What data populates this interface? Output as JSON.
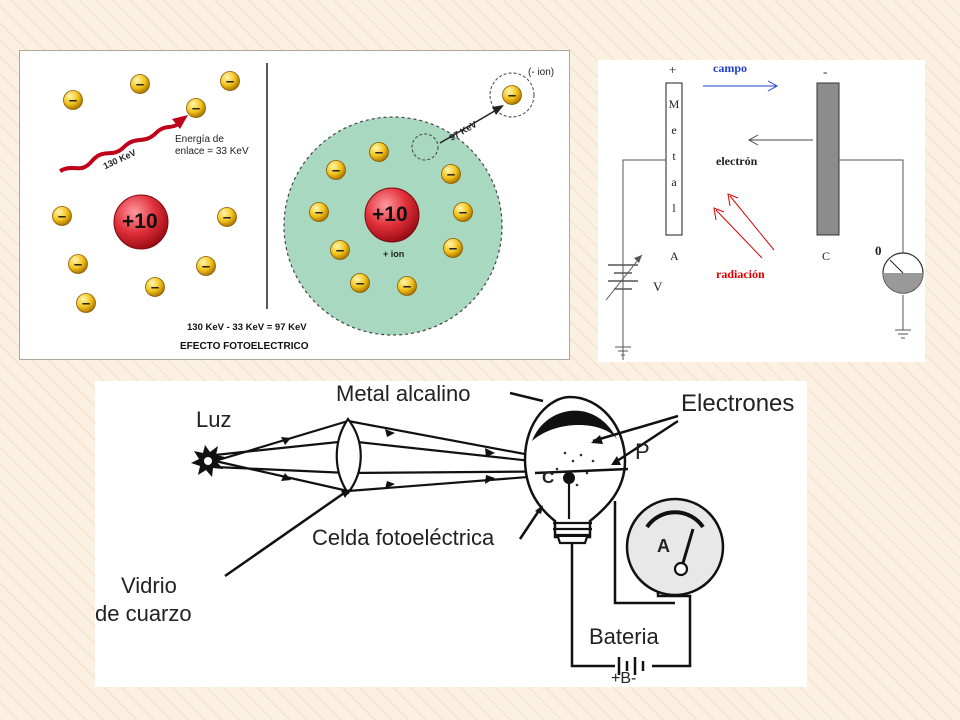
{
  "panel_atoms": {
    "energy_label_line1": "Energía de",
    "energy_label_line2": "enlace = 33 KeV",
    "incoming_energy": "130 KeV",
    "outgoing_energy": "97 KeV",
    "ion_neg": "(- ion)",
    "ion_pos": "+ ion",
    "nucleus_charge": "+10",
    "electron_sign": "–",
    "equation": "130 KeV - 33 KeV = 97 KeV",
    "caption": "EFECTO FOTOELECTRICO"
  },
  "panel_circuit": {
    "plus": "+",
    "minus": "-",
    "field": "campo",
    "metal_letters": [
      "M",
      "e",
      "t",
      "a",
      "l"
    ],
    "electron": "electrón",
    "anode": "A",
    "cathode": "C",
    "radiation": "radiación",
    "voltage": "V",
    "meter_zero": "0",
    "colors": {
      "field": "#1f3fd0",
      "radiation": "#e00000"
    }
  },
  "panel_cell": {
    "metal": "Metal alcalino",
    "electrons": "Electrones",
    "light": "Luz",
    "p_label": "P",
    "c_label": "C",
    "cell": "Celda fotoeléctrica",
    "glass_line1": "Vidrio",
    "glass_line2": "de cuarzo",
    "battery": "Bateria",
    "battery_symbol": "+B-",
    "meter_label": "A"
  }
}
